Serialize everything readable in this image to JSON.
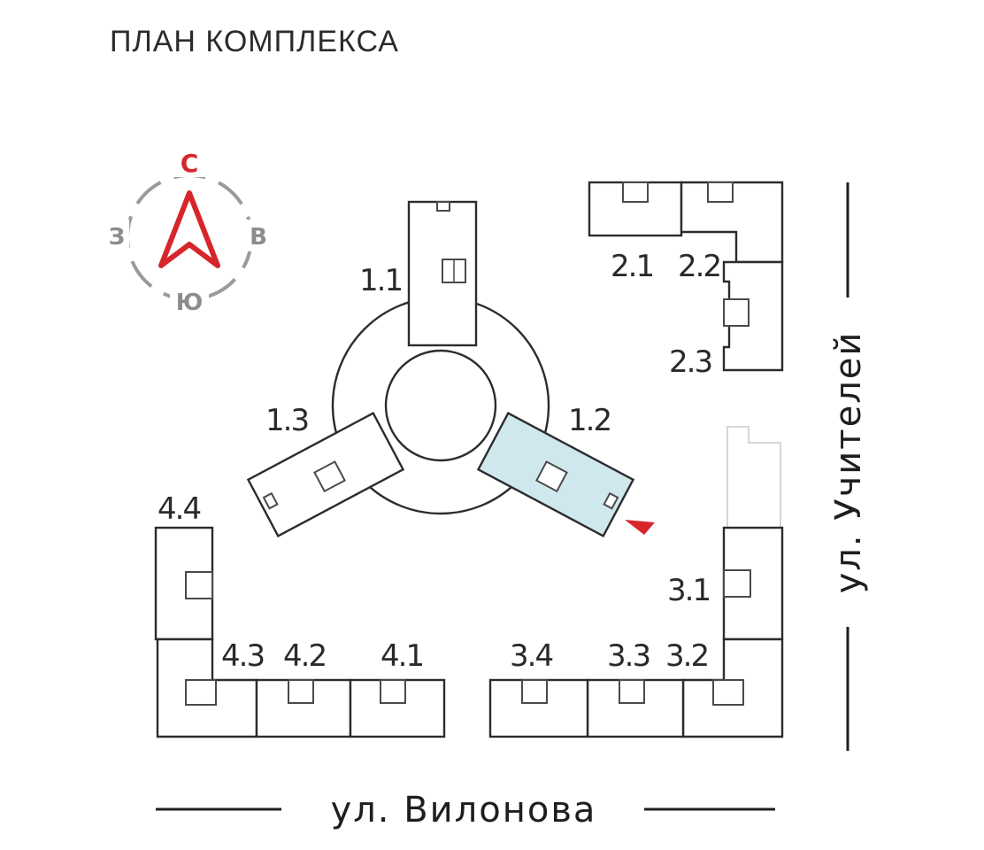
{
  "title": "ПЛАН КОМПЛЕКСА",
  "compass": {
    "north": "С",
    "south": "Ю",
    "west": "З",
    "east": "В",
    "north_color": "#d7262b",
    "ring_color": "#9a9a9a"
  },
  "streets": {
    "bottom": "ул. Вилонова",
    "right": "ул. Учителей"
  },
  "selected_building": "1.2",
  "highlight_color": "#cfe8ee",
  "marker_color": "#d7262b",
  "buildings": [
    {
      "id": "1.1",
      "label": "1.1"
    },
    {
      "id": "1.2",
      "label": "1.2"
    },
    {
      "id": "1.3",
      "label": "1.3"
    },
    {
      "id": "2.1",
      "label": "2.1"
    },
    {
      "id": "2.2",
      "label": "2.2"
    },
    {
      "id": "2.3",
      "label": "2.3"
    },
    {
      "id": "3.1",
      "label": "3.1"
    },
    {
      "id": "3.2",
      "label": "3.2"
    },
    {
      "id": "3.3",
      "label": "3.3"
    },
    {
      "id": "3.4",
      "label": "3.4"
    },
    {
      "id": "4.1",
      "label": "4.1"
    },
    {
      "id": "4.2",
      "label": "4.2"
    },
    {
      "id": "4.3",
      "label": "4.3"
    },
    {
      "id": "4.4",
      "label": "4.4"
    }
  ]
}
